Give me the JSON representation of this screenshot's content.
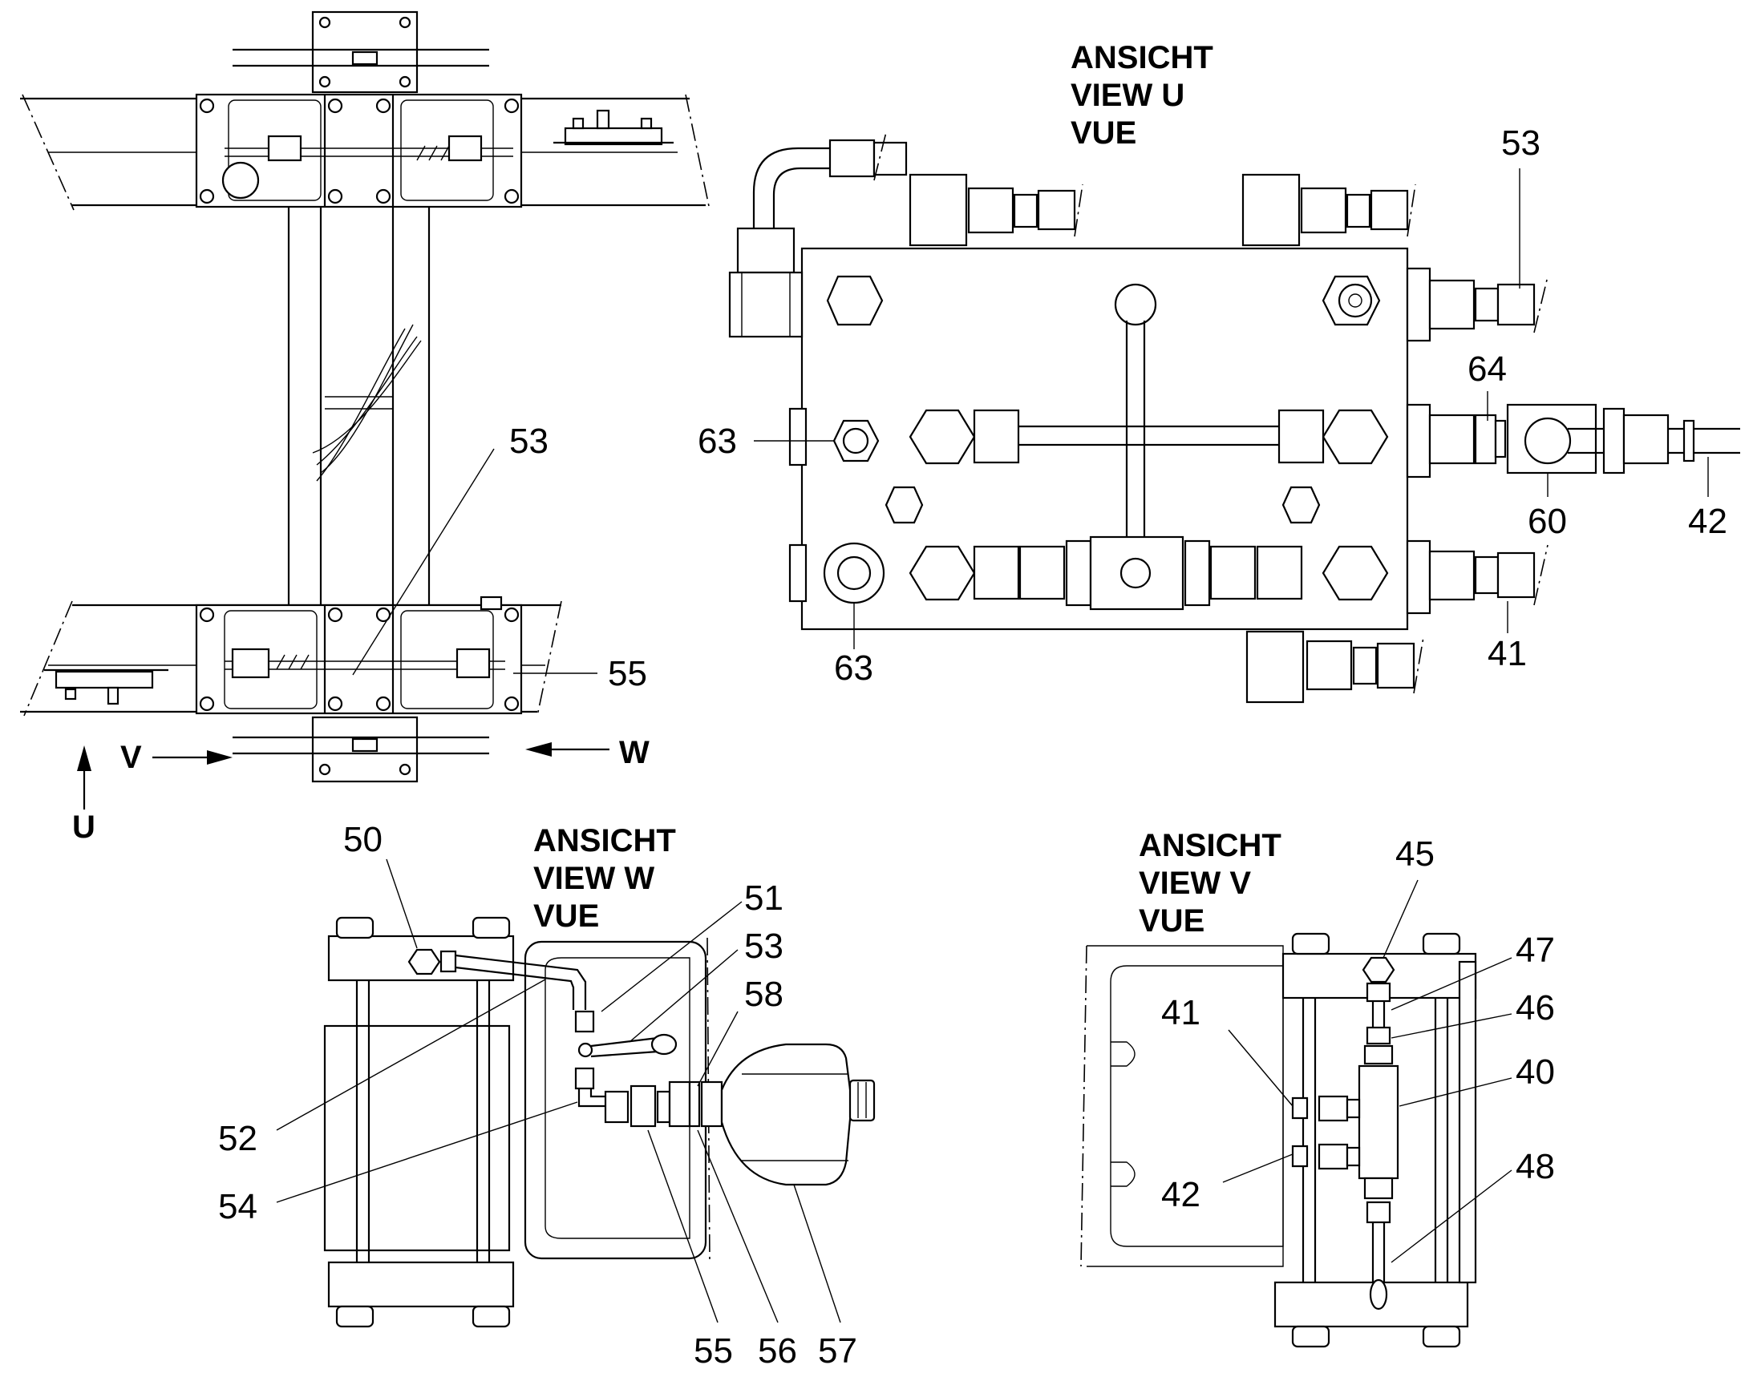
{
  "view_u": {
    "line1": "ANSICHT",
    "line2": "VIEW  U",
    "line3": "VUE"
  },
  "view_w": {
    "line1": "ANSICHT",
    "line2": "VIEW  W",
    "line3": "VUE"
  },
  "view_v": {
    "line1": "ANSICHT",
    "line2": "VIEW  V",
    "line3": "VUE"
  },
  "arrows": {
    "u": "U",
    "v": "V",
    "w": "W"
  },
  "overview_callouts": {
    "c53": "53",
    "c55": "55"
  },
  "view_u_callouts": {
    "c53": "53",
    "c64": "64",
    "c63a": "63",
    "c63b": "63",
    "c60": "60",
    "c42": "42",
    "c41": "41"
  },
  "view_w_callouts": {
    "c50": "50",
    "c51": "51",
    "c53": "53",
    "c58": "58",
    "c52": "52",
    "c54": "54",
    "c55": "55",
    "c56": "56",
    "c57": "57"
  },
  "view_v_callouts": {
    "c45": "45",
    "c47": "47",
    "c46": "46",
    "c40": "40",
    "c41": "41",
    "c42": "42",
    "c48": "48"
  }
}
